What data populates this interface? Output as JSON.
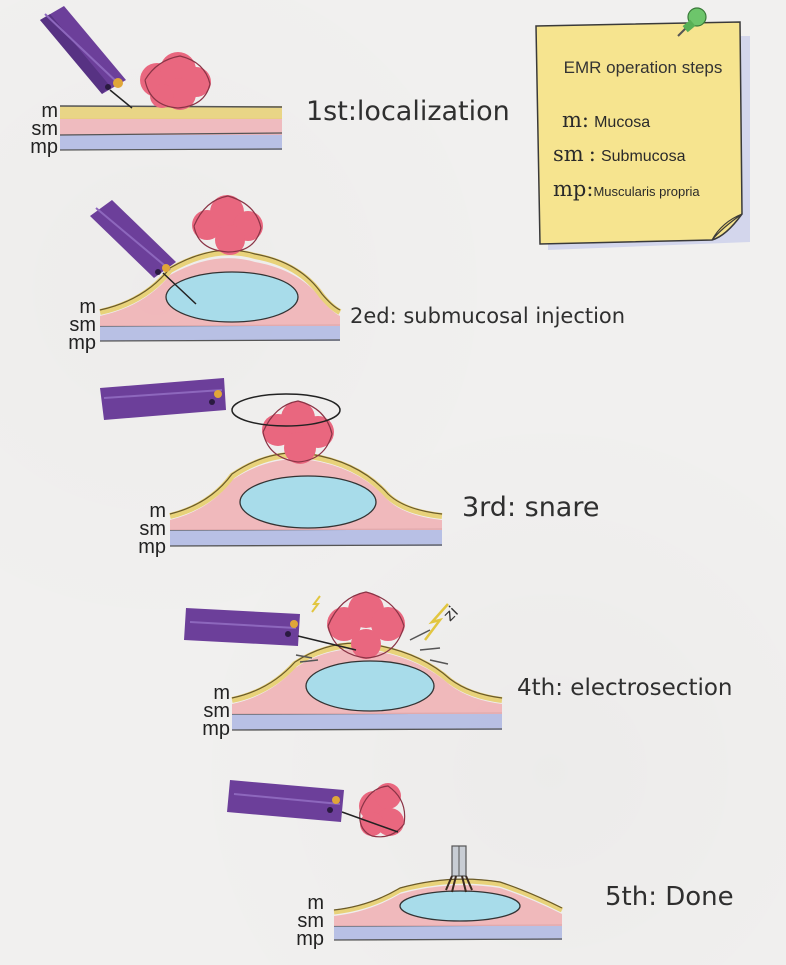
{
  "note": {
    "title": "EMR operation steps",
    "legend": [
      {
        "key": "m",
        "sep": ":",
        "value": "Mucosa"
      },
      {
        "key": "sm",
        "sep": ":",
        "value": "Submucosa"
      },
      {
        "key": "mp",
        "sep": ":",
        "value": "Muscularis propria"
      }
    ]
  },
  "layers": {
    "m": "m",
    "sm": "sm",
    "mp": "mp"
  },
  "steps": [
    {
      "label": "1st:localization"
    },
    {
      "label": "2ed: submucosal injection"
    },
    {
      "label": "3rd: snare"
    },
    {
      "label": "4th: electrosection"
    },
    {
      "label": "5th: Done"
    }
  ],
  "spark_text": "zi",
  "colors": {
    "mucosa": "#e8d27a",
    "submucosa": "#efb2b6",
    "muscularis": "#aeb7e3",
    "injection": "#a8dcea",
    "polyp": "#e9677f",
    "scope": "#6c3f9a",
    "note": "#f6e48f"
  }
}
